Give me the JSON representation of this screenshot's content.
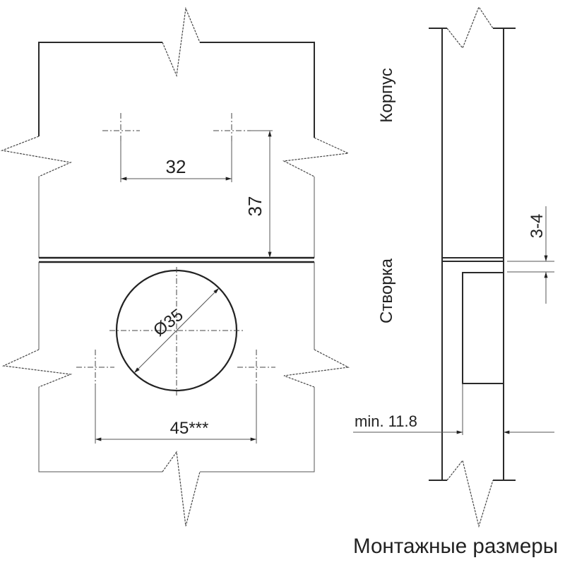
{
  "front_view": {
    "dim_hole_spacing": "32",
    "dim_hole_offset": "37",
    "dim_cup_diameter": "Ø35",
    "dim_cup_screw_spacing": "45***"
  },
  "side_view": {
    "label_body": "Корпус",
    "label_door": "Створка",
    "dim_gap": "3-4",
    "dim_min_thickness": "min. 11.8"
  },
  "caption": "Монтажные размеры"
}
